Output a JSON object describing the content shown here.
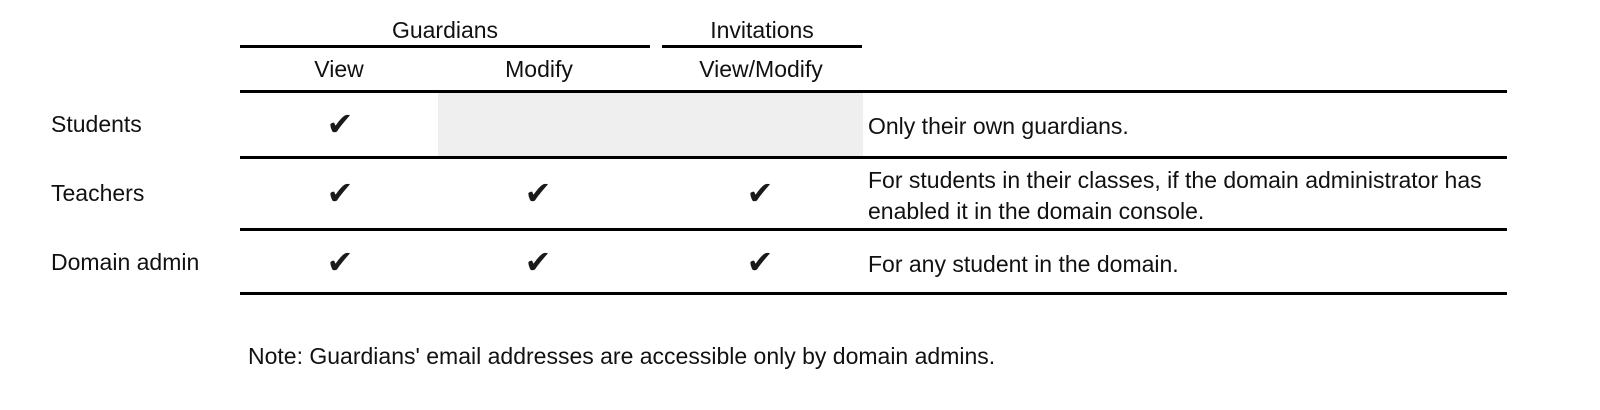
{
  "table": {
    "column_groups": [
      {
        "label": "Guardians",
        "span": 2
      },
      {
        "label": "Invitations",
        "span": 1
      }
    ],
    "columns": [
      {
        "label": "View"
      },
      {
        "label": "Modify"
      },
      {
        "label": "View/Modify"
      }
    ],
    "row_header_label": "",
    "notes_header_label": "",
    "rows": [
      {
        "label": "Students",
        "view": "✔",
        "modify": "",
        "view_modify": "",
        "modify_disabled": true,
        "view_modify_disabled": true,
        "note": "Only their own guardians."
      },
      {
        "label": "Teachers",
        "view": "✔",
        "modify": "✔",
        "view_modify": "✔",
        "modify_disabled": false,
        "view_modify_disabled": false,
        "note": "For students in their classes, if the domain administrator has enabled it in the domain console."
      },
      {
        "label": "Domain admin",
        "view": "✔",
        "modify": "✔",
        "view_modify": "✔",
        "modify_disabled": false,
        "view_modify_disabled": false,
        "note": "For any student in the domain."
      }
    ]
  },
  "footnote": "Note: Guardians' email addresses are accessible only by domain admins.",
  "colors": {
    "rule": "#000000",
    "text": "#111111",
    "shaded_cell": "#efefef",
    "background": "#ffffff",
    "check": "#1a1a1a"
  }
}
